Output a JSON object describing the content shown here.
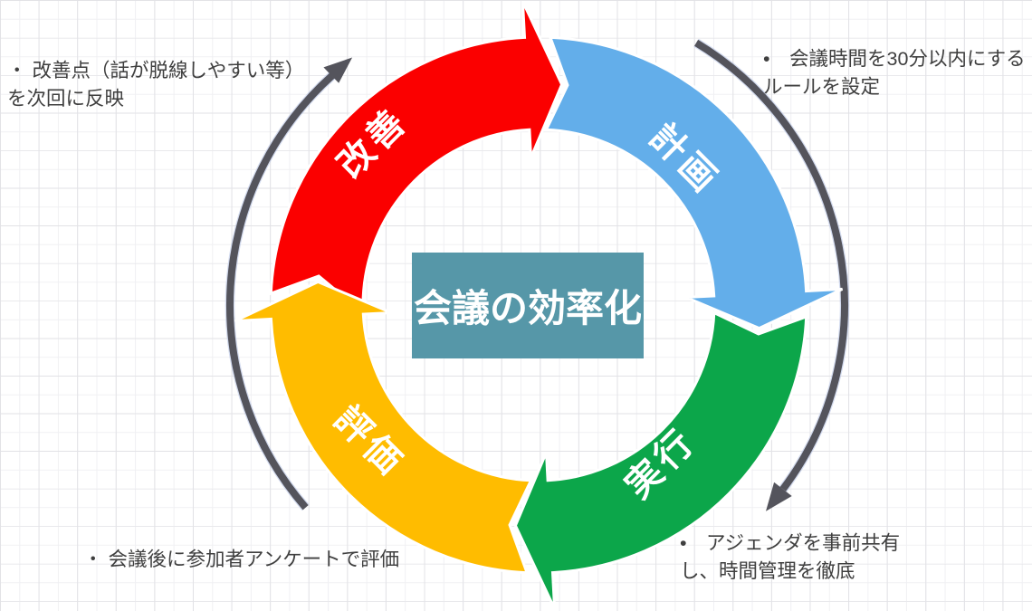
{
  "diagram": {
    "title": "PDCA cycle for meeting efficiency",
    "center": {
      "label": "会議の効率化",
      "bg_color": "#5697A8",
      "text_color": "#FFFFFF"
    },
    "segments": [
      {
        "id": "plan",
        "label": "計画",
        "color": "#63AEEA",
        "position": "top-right"
      },
      {
        "id": "do",
        "label": "実行",
        "color": "#0CA64A",
        "position": "bottom-right"
      },
      {
        "id": "check",
        "label": "評価",
        "color": "#FFBC00",
        "position": "bottom-left"
      },
      {
        "id": "act",
        "label": "改善",
        "color": "#FB0000",
        "position": "top-left"
      }
    ],
    "notes": {
      "plan": {
        "text": "•　会議時間を30分以内にする\nルールを設定"
      },
      "do": {
        "text": "•　アジェンダを事前共有\nし、時間管理を徹底"
      },
      "check": {
        "text": "・ 会議後に参加者アンケートで評価"
      },
      "act": {
        "text": "・ 改善点（話が脱線しやすい等）\nを次回に反映"
      }
    },
    "rotation_arrows": {
      "color": "#54545C",
      "direction": "clockwise",
      "count": 2
    },
    "note_text_color": "#3F3F3F"
  }
}
